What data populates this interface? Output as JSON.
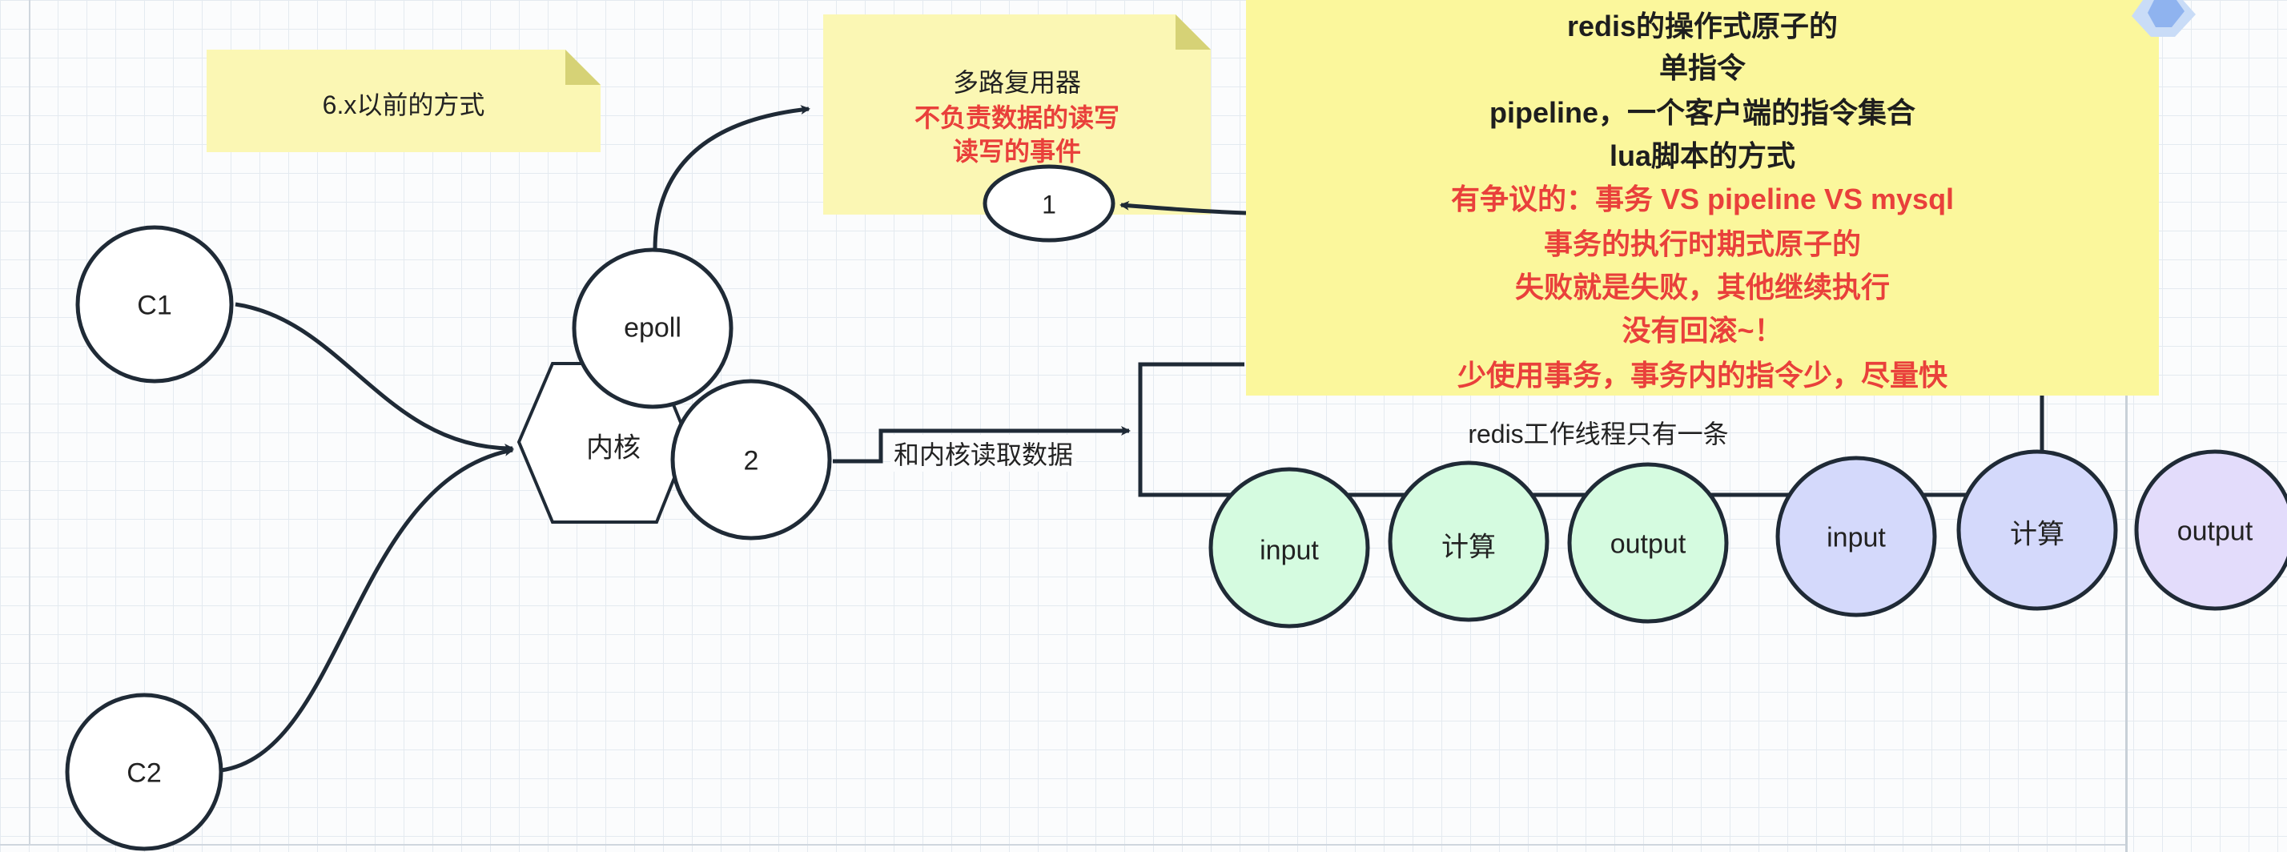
{
  "notes": {
    "version_note": "6.x以前的方式",
    "multiplexer_note": {
      "title": "多路复用器",
      "red_line_1": "不负责数据的读写",
      "red_line_2": "读写的事件"
    },
    "atomicity_note": {
      "lines": [
        {
          "text": "redis的操作式原子的",
          "color": "black"
        },
        {
          "text": "单指令",
          "color": "black"
        },
        {
          "text": "pipeline，一个客户端的指令集合",
          "color": "black"
        },
        {
          "text": "lua脚本的方式",
          "color": "black"
        },
        {
          "text": "有争议的：事务 VS pipeline VS mysql",
          "color": "red"
        },
        {
          "text": "事务的执行时期式原子的",
          "color": "red"
        },
        {
          "text": "失败就是失败，其他继续执行",
          "color": "red"
        },
        {
          "text": "没有回滚~！",
          "color": "red"
        },
        {
          "text": "少使用事务，事务内的指令少，尽量快",
          "color": "red"
        }
      ]
    }
  },
  "nodes": {
    "c1": "C1",
    "c2": "C2",
    "kernel": "内核",
    "epoll": "epoll",
    "node_1": "1",
    "node_2": "2",
    "green_input": "input",
    "green_compute": "计算",
    "green_output": "output",
    "blue_input": "input",
    "blue_compute": "计算",
    "purple_output": "output"
  },
  "labels": {
    "read_from_kernel": "和内核读取数据",
    "worker_thread": "redis工作线程只有一条"
  },
  "colors": {
    "note_yellow": "#fbf7b4",
    "big_note_yellow": "#fbf79c",
    "red_text": "#e9403b",
    "green_fill": "#d5fbe0",
    "blue_fill": "#d4d9fb",
    "purple_fill": "#e3dcfb",
    "stroke": "#1f2a36"
  }
}
